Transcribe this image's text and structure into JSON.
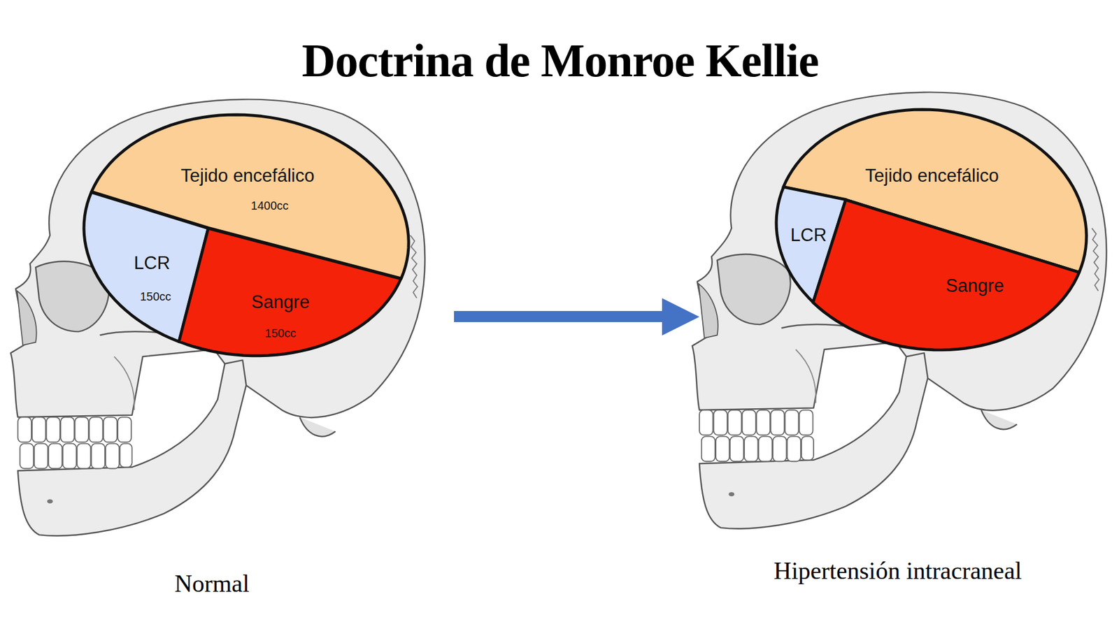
{
  "diagram": {
    "title": "Doctrina de Monroe Kellie",
    "nodes": [
      {
        "text": [
          "Tejido encefálico",
          "1400cc"
        ]
      },
      {
        "text": [
          "LCR",
          "150cc"
        ]
      },
      {
        "text": [
          "Sangre",
          "150cc"
        ]
      },
      {
        "text": [
          "Tejido encefálico"
        ]
      },
      {
        "text": [
          "LCR"
        ]
      },
      {
        "text": [
          "Sangre"
        ]
      }
    ],
    "labels": [
      "Normal",
      "Hipertensión intracraneal"
    ]
  }
}
